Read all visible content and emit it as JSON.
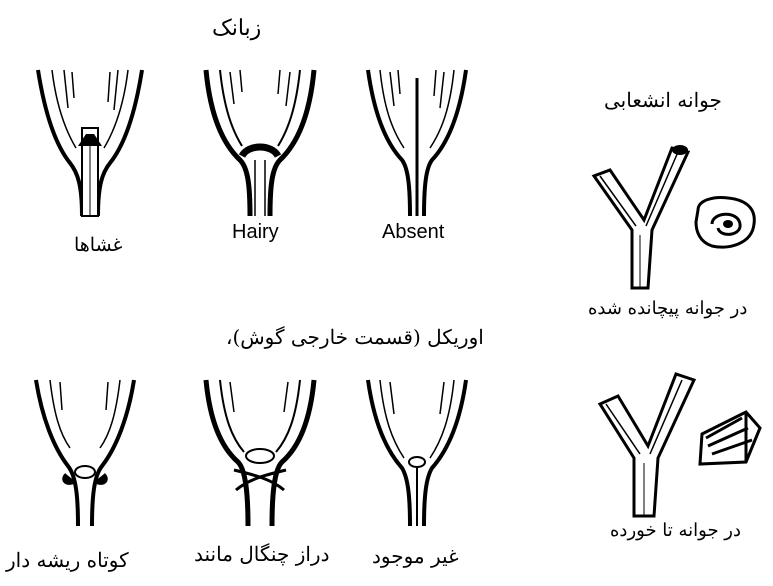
{
  "ligule": {
    "title": "زبانک",
    "labels": [
      "غشاها",
      "Hairy",
      "Absent"
    ]
  },
  "auricle": {
    "title": "اوریکل (قسمت خارجی گوش)،",
    "labels": [
      "کوتاه ریشه دار",
      "دراز چنگال مانند",
      "غیر موجود"
    ]
  },
  "vernation": {
    "title": "جوانه انشعابی",
    "rolled_label": "در جوانه پیچانده شده",
    "folded_label": "در جوانه تا خورده"
  }
}
